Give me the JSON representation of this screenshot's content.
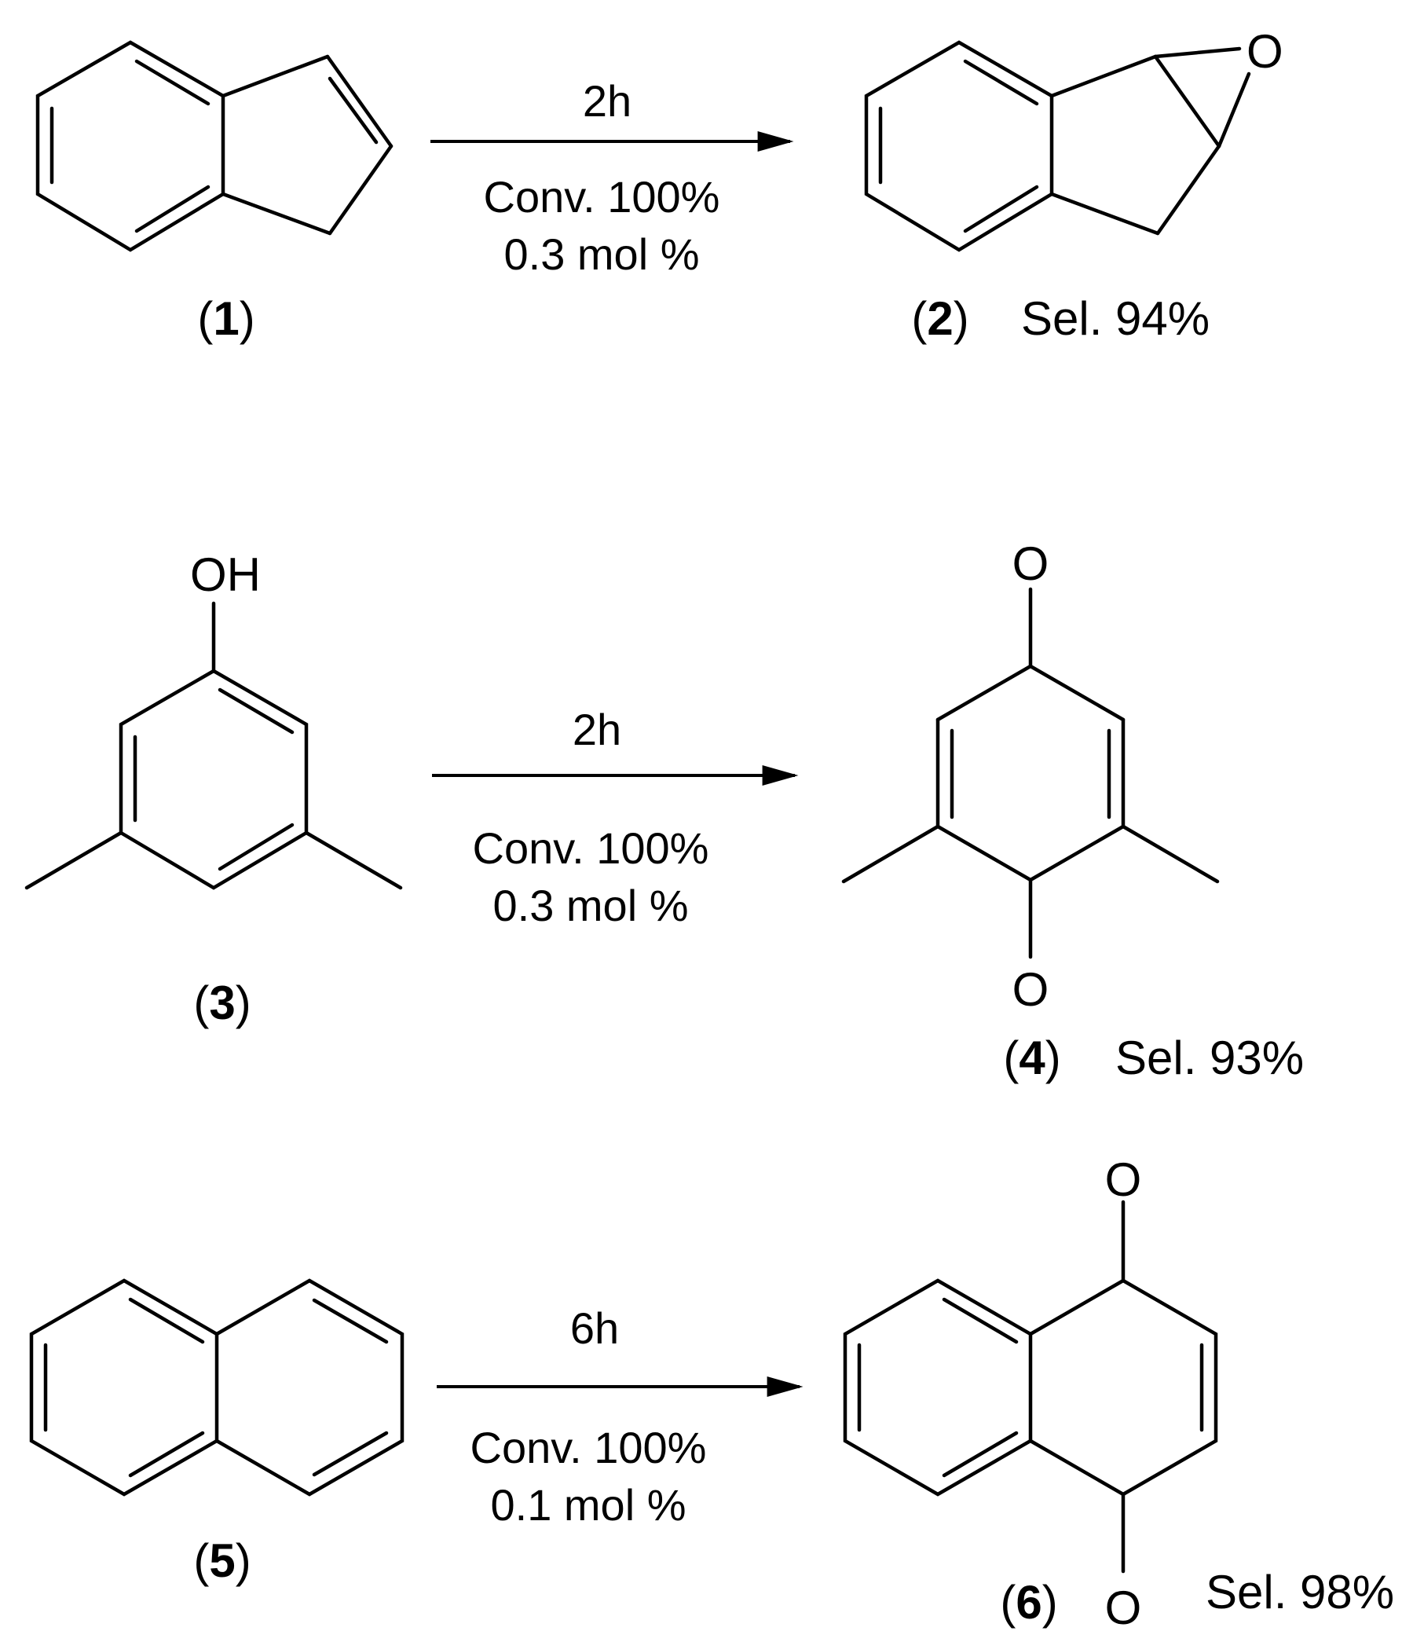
{
  "reactions": [
    {
      "time": "2h",
      "conversion": "Conv. 100%",
      "loading": "0.3 mol %",
      "reactant": {
        "paren_open": "(",
        "number": "1",
        "paren_close": ")"
      },
      "product": {
        "paren_open": "(",
        "number": "2",
        "paren_close": ")",
        "selectivity": "Sel. 94%"
      }
    },
    {
      "time": "2h",
      "conversion": "Conv. 100%",
      "loading": "0.3 mol %",
      "reactant": {
        "paren_open": "(",
        "number": "3",
        "paren_close": ")"
      },
      "product": {
        "paren_open": "(",
        "number": "4",
        "paren_close": ")",
        "selectivity": "Sel. 93%"
      }
    },
    {
      "time": "6h",
      "conversion": "Conv. 100%",
      "loading": "0.1 mol %",
      "reactant": {
        "paren_open": "(",
        "number": "5",
        "paren_close": ")"
      },
      "product": {
        "paren_open": "(",
        "number": "6",
        "paren_close": ")",
        "selectivity": "Sel. 98%"
      }
    }
  ],
  "atoms": {
    "epoxide_o": "O",
    "hydroxyl": "OH",
    "quinone_o": "O"
  }
}
